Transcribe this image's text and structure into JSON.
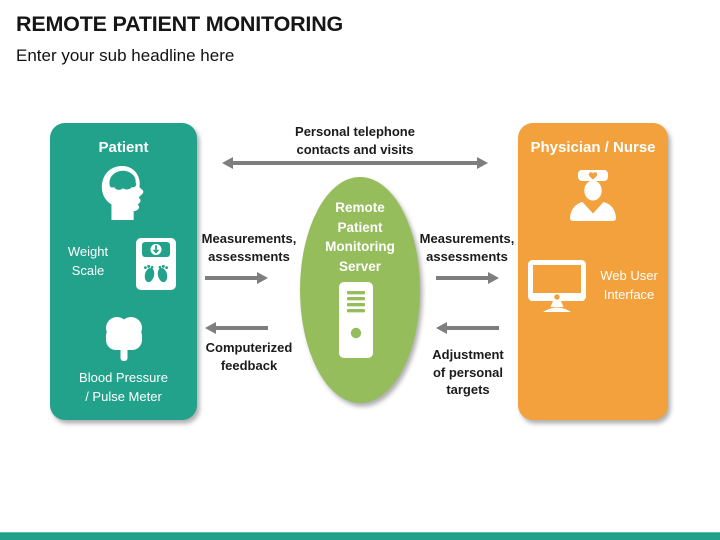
{
  "header": {
    "title": "REMOTE PATIENT MONITORING",
    "subtitle": "Enter your sub headline here"
  },
  "patient_box": {
    "title": "Patient",
    "weight_scale_label": "Weight\nScale",
    "blood_pressure_label": "Blood Pressure\n/ Pulse Meter"
  },
  "server_ellipse": {
    "title": "Remote\nPatient\nMonitoring\nServer"
  },
  "physician_box": {
    "title": "Physician / Nurse",
    "web_ui_label": "Web User\nInterface"
  },
  "arrows": {
    "top_label": "Personal telephone\ncontacts and visits",
    "patient_to_server_label": "Measurements,\nassessments",
    "server_to_patient_label": "Computerized\nfeedback",
    "server_to_physician_label": "Measurements,\nassessments",
    "physician_to_server_label": "Adjustment\nof personal\ntargets"
  },
  "icons": {
    "patient": "child-head-brain-icon",
    "weight_scale": "weight-scale-icon",
    "blood_pressure": "blood-pressure-bulb-icon",
    "physician": "nurse-icon",
    "web_ui": "monitor-icon",
    "server": "server-tower-icon"
  },
  "colors": {
    "teal": "#23A28B",
    "orange": "#F2A13C",
    "green": "#96BD5C",
    "arrow_gray": "#7E7E7E"
  }
}
